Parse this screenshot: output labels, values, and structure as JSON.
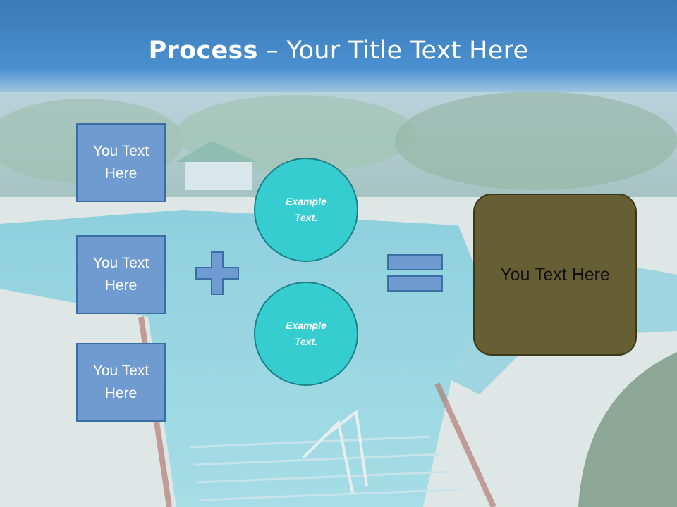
{
  "slide": {
    "title_bold": "Process",
    "title_dash": " – ",
    "title_rest": "Your Title Text Here"
  },
  "inputs": [
    {
      "label": "You Text Here"
    },
    {
      "label": "You Text Here"
    },
    {
      "label": "You Text Here"
    }
  ],
  "circles": [
    {
      "label": "Example Text."
    },
    {
      "label": "Example Text."
    }
  ],
  "result": {
    "label": "You Text Here"
  },
  "operators": {
    "plus": "plus-sign",
    "equals": "equals-sign"
  },
  "colors": {
    "header": "#3f84c4",
    "box_fill": "#6f9bd0",
    "circle_fill": "#35cdd0",
    "result_fill": "#655f33"
  }
}
